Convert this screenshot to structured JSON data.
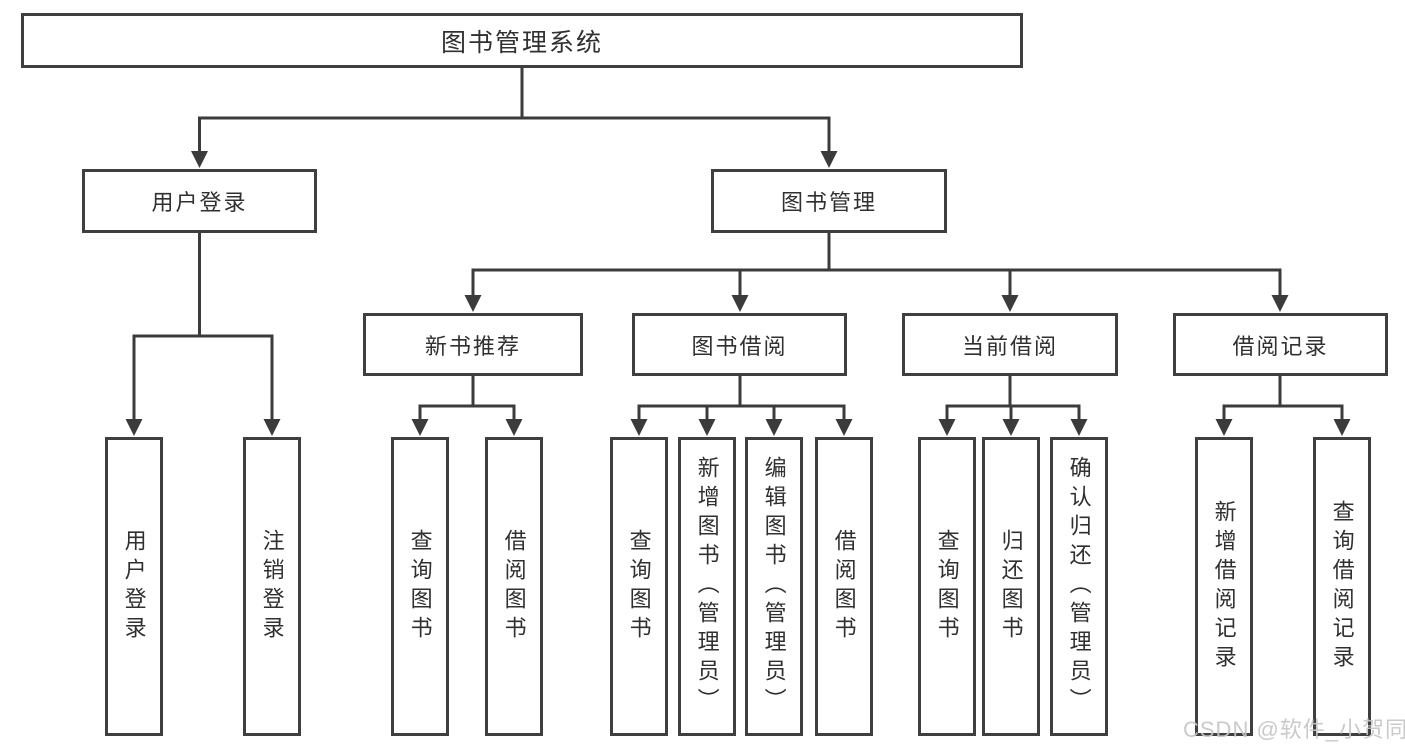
{
  "diagram": {
    "title": "图书管理系统",
    "nodes": {
      "root": "图书管理系统",
      "user_login": "用户登录",
      "book_mgmt": "图书管理",
      "new_book": "新书推荐",
      "book_borrow": "图书借阅",
      "current_borrow": "当前借阅",
      "borrow_record": "借阅记录",
      "leaf_user_login": "用户登录",
      "leaf_logout": "注销登录",
      "leaf_nb_query": "查询图书",
      "leaf_nb_borrow": "借阅图书",
      "leaf_bb_query": "查询图书",
      "leaf_bb_add": "新增图书（管理员）",
      "leaf_bb_edit": "编辑图书（管理员）",
      "leaf_bb_borrow": "借阅图书",
      "leaf_cb_query": "查询图书",
      "leaf_cb_return": "归还图书",
      "leaf_cb_confirm": "确认归还（管理员）",
      "leaf_br_add": "新增借阅记录",
      "leaf_br_query": "查询借阅记录"
    },
    "tree": {
      "root": [
        "user_login",
        "book_mgmt"
      ],
      "user_login": [
        "leaf_user_login",
        "leaf_logout"
      ],
      "book_mgmt": [
        "new_book",
        "book_borrow",
        "current_borrow",
        "borrow_record"
      ],
      "new_book": [
        "leaf_nb_query",
        "leaf_nb_borrow"
      ],
      "book_borrow": [
        "leaf_bb_query",
        "leaf_bb_add",
        "leaf_bb_edit",
        "leaf_bb_borrow"
      ],
      "current_borrow": [
        "leaf_cb_query",
        "leaf_cb_return",
        "leaf_cb_confirm"
      ],
      "borrow_record": [
        "leaf_br_add",
        "leaf_br_query"
      ]
    },
    "colors": {
      "line": "#3b3b3b",
      "border": "#3f3f3f",
      "text": "#303030",
      "box_background": "#ffffff"
    }
  },
  "watermark": {
    "text": "CSDN @软件_小贺同学",
    "color": "#c6c6c6"
  }
}
